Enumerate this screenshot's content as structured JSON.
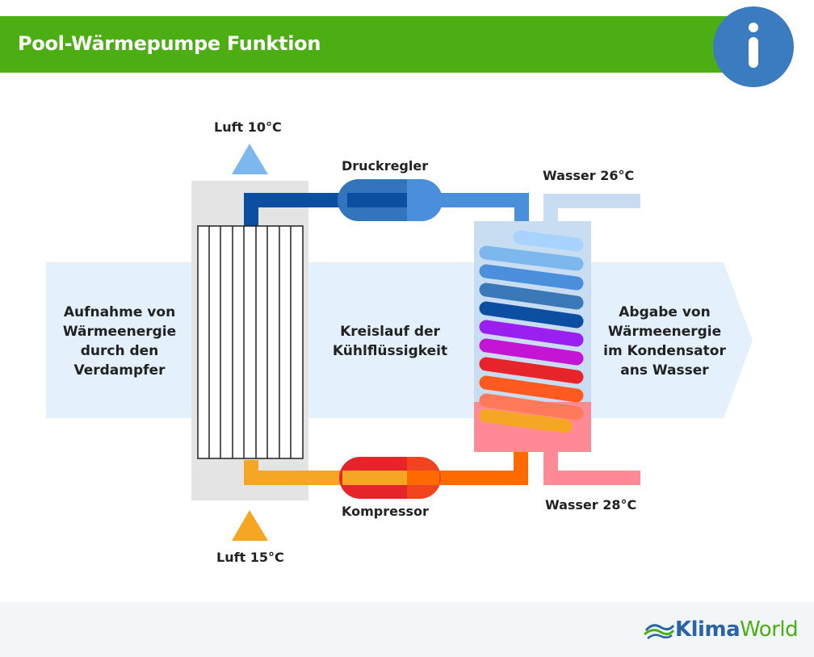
{
  "header": {
    "title": "Pool-Wärmepumpe Funktion"
  },
  "icons": {
    "info": "info-icon",
    "logo_mark": "wave-logo-icon"
  },
  "labels": {
    "air_out": "Luft 10°C",
    "air_in": "Luft 15°C",
    "pressure_regulator": "Druckregler",
    "compressor": "Kompressor",
    "water_out": "Wasser 26°C",
    "water_in": "Wasser 28°C"
  },
  "left_text": [
    "Aufnahme von",
    "Wärmeenergie",
    "durch den",
    "Verdampfer"
  ],
  "center_text": [
    "Kreislauf der",
    "Kühlflüssigkeit"
  ],
  "right_text": [
    "Abgabe von",
    "Wärmeenergie",
    "im Kondensator",
    "ans Wasser"
  ],
  "brand": {
    "part1": "Klima",
    "part2": "World"
  },
  "colors": {
    "header_green": "#4cae12",
    "info_blue": "#3b7bbf",
    "cold_blue": "#0b4ea2",
    "light_blue": "#4a8fdc",
    "warm_orange": "#f5a623",
    "hot_orange": "#ff6a00",
    "hot_red": "#e8242b"
  }
}
